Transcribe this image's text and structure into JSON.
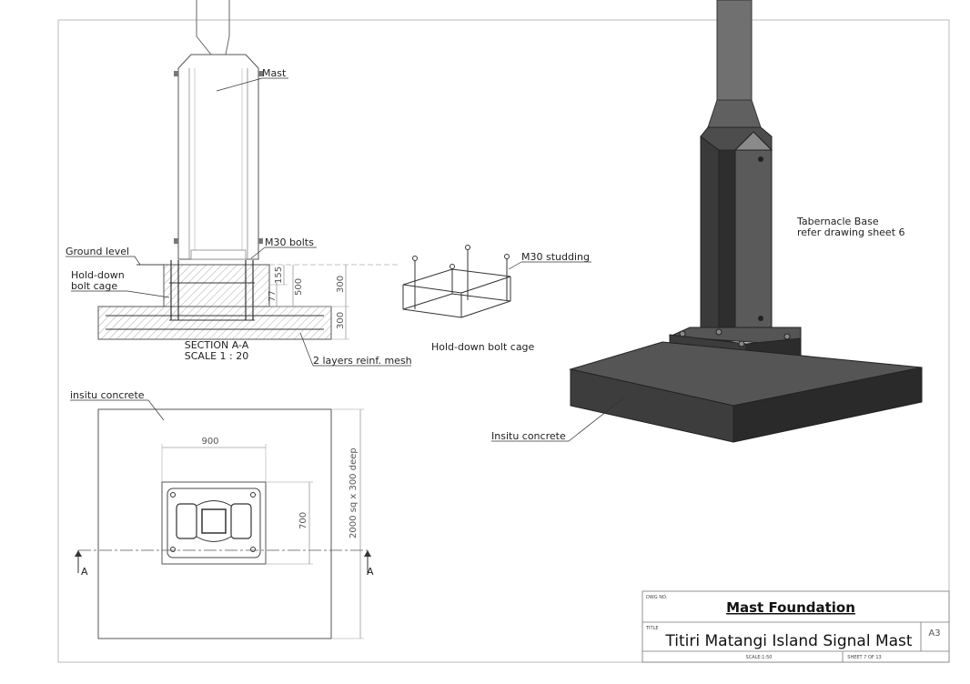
{
  "section": {
    "callouts": {
      "mast": "Mast",
      "m30_bolts": "M30 bolts",
      "ground_level": "Ground level",
      "hold_down_1": "Hold-down",
      "hold_down_2": "bolt cage",
      "reinf_mesh": "2 layers reinf. mesh"
    },
    "dims": {
      "d155": "155",
      "d500": "500",
      "d300a": "300",
      "d300b": "300",
      "d77": "77"
    },
    "caption_1": "SECTION A-A",
    "caption_2": "SCALE 1 : 20"
  },
  "cage": {
    "studding": "M30 studding",
    "caption": "Hold-down bolt cage"
  },
  "plan": {
    "insitu": "insitu concrete",
    "dim_900": "900",
    "dim_700": "700",
    "dim_pad": "2000 sq x 300 deep",
    "section_mark_left": "A",
    "section_mark_right": "A"
  },
  "iso": {
    "tabernacle_1": "Tabernacle Base",
    "tabernacle_2": "refer drawing sheet 6",
    "insitu": "Insitu concrete"
  },
  "title_block": {
    "dwg_no_label": "DWG NO.",
    "dwg_title": "Mast Foundation",
    "title_label": "TITLE",
    "title": "Titiri Matangi Island Signal Mast",
    "size": "A3",
    "scale": "SCALE:1:50",
    "sheet": "SHEET 7 OF 13"
  }
}
